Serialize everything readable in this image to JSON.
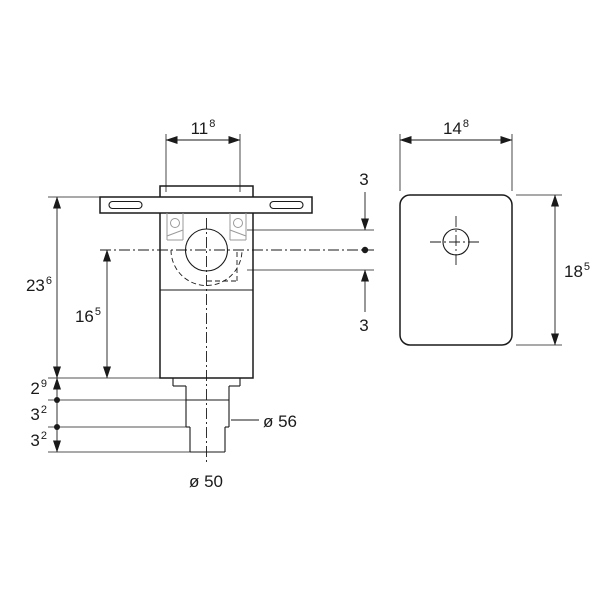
{
  "page": {
    "background": "#ffffff"
  },
  "colors": {
    "page": "#ffffff",
    "line": "#1a1a1a",
    "detail": "#9a9a9a",
    "text": "#1a1a1a"
  },
  "drawing": {
    "type": "technical-dimension-drawing",
    "views": {
      "front": "front-view-of-concealed-trap",
      "side": "side-view-plate"
    }
  },
  "dimensions": {
    "front_width": {
      "main": "11",
      "sup": "8"
    },
    "side_width": {
      "main": "14",
      "sup": "8"
    },
    "offset_above_center": {
      "main": "3",
      "sup": ""
    },
    "total_height": {
      "main": "23",
      "sup": "6"
    },
    "center_height": {
      "main": "16",
      "sup": "5"
    },
    "offset_below_center": {
      "main": "3",
      "sup": ""
    },
    "segment_1": {
      "main": "2",
      "sup": "9"
    },
    "segment_2": {
      "main": "3",
      "sup": "2"
    },
    "segment_3": {
      "main": "3",
      "sup": "2"
    },
    "side_height": {
      "main": "18",
      "sup": "5"
    },
    "pipe_diameter": {
      "main": "ø 56",
      "sup": ""
    },
    "outlet_diameter": {
      "main": "ø 50",
      "sup": ""
    }
  }
}
